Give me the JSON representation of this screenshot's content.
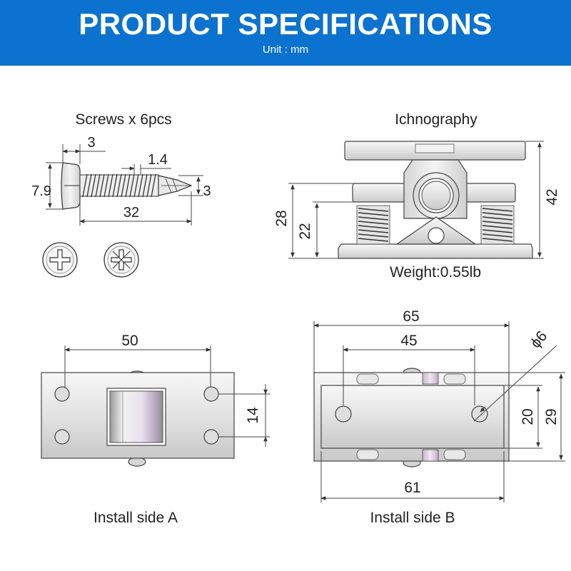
{
  "header": {
    "title": "PRODUCT SPECIFICATIONS",
    "unit": "Unit : mm",
    "color": "#0c72cf"
  },
  "screws": {
    "caption": "Screws x 6pcs",
    "dims": {
      "head_length": "3",
      "thread_pitch": "1.4",
      "head_diameter": "7.9",
      "thread_diameter": "3",
      "length": "32"
    }
  },
  "ichnography": {
    "caption": "Ichnography",
    "dims": {
      "height_28": "28",
      "height_22": "22",
      "height_42": "42"
    },
    "weight": "Weight:0.55lb"
  },
  "side_a": {
    "caption": "Install side A",
    "dims": {
      "hole_spacing": "50",
      "hole_vertical": "14"
    }
  },
  "side_b": {
    "caption": "Install side B",
    "dims": {
      "overall_length": "65",
      "hole_spacing": "45",
      "hole_diameter": "ϕ6",
      "plate_height": "20",
      "overall_height": "29",
      "plate_length": "61"
    }
  }
}
